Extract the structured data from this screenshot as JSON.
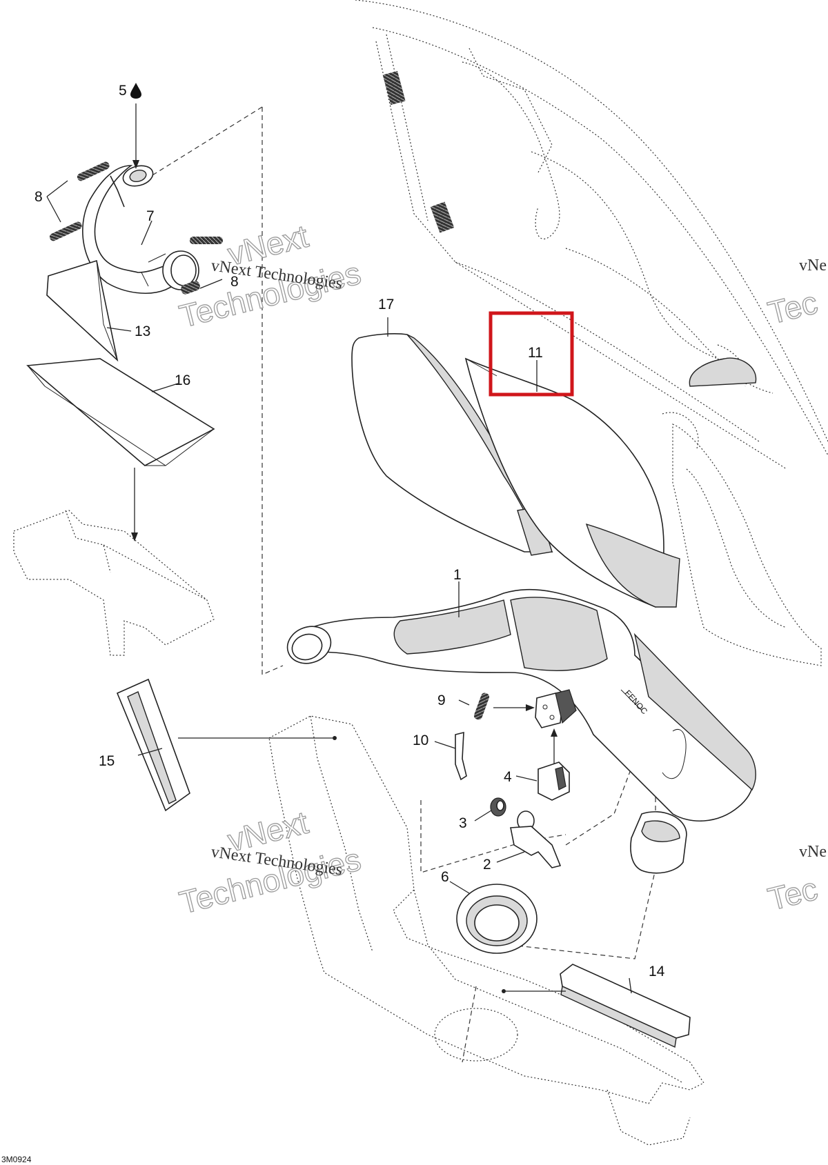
{
  "labels": {
    "l1": "1",
    "l2": "2",
    "l3": "3",
    "l4": "4",
    "l5": "5",
    "l6": "6",
    "l7": "7",
    "l8a": "8",
    "l8b": "8",
    "l9": "9",
    "l10": "10",
    "l11": "11",
    "l13": "13",
    "l14": "14",
    "l15": "15",
    "l16": "16",
    "l17": "17"
  },
  "watermark": {
    "line1": "vNext Technologies",
    "line2a": "vNext",
    "line2b": "Technologies",
    "edge_line1": "vNe",
    "edge_line2": "Tec"
  },
  "drawing_code": "3M0924",
  "highlight_color": "#d0161b"
}
